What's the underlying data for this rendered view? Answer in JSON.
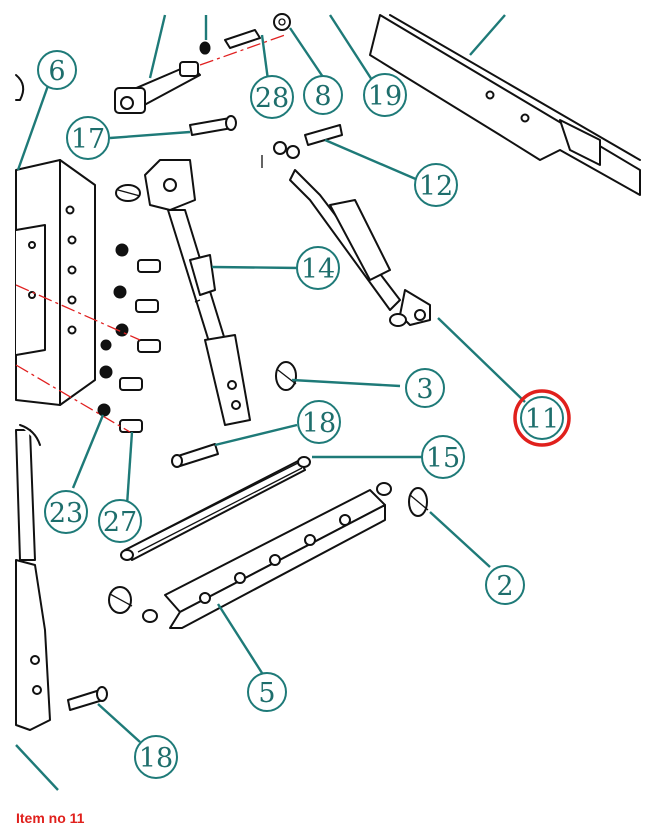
{
  "caption": "Item no 11",
  "highlighted_item": "11",
  "colors": {
    "callout": "#1e7a78",
    "highlight": "#e0201c",
    "centerline": "#e02020"
  },
  "callouts": [
    {
      "id": "6",
      "label": "6"
    },
    {
      "id": "28",
      "label": "28"
    },
    {
      "id": "8",
      "label": "8"
    },
    {
      "id": "19",
      "label": "19"
    },
    {
      "id": "17",
      "label": "17"
    },
    {
      "id": "12",
      "label": "12"
    },
    {
      "id": "14",
      "label": "14"
    },
    {
      "id": "3",
      "label": "3"
    },
    {
      "id": "11",
      "label": "11"
    },
    {
      "id": "18a",
      "label": "18"
    },
    {
      "id": "15",
      "label": "15"
    },
    {
      "id": "23",
      "label": "23"
    },
    {
      "id": "27",
      "label": "27"
    },
    {
      "id": "2",
      "label": "2"
    },
    {
      "id": "5",
      "label": "5"
    },
    {
      "id": "18b",
      "label": "18"
    }
  ]
}
